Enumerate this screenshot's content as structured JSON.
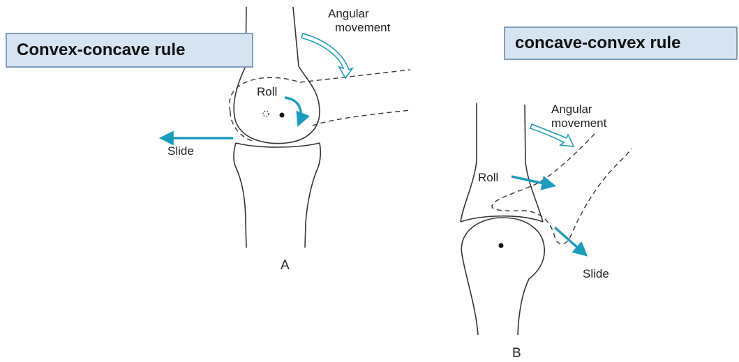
{
  "panel_a": {
    "title": "Convex-concave rule",
    "angular_movement_line1": "Angular",
    "angular_movement_line2": "movement",
    "roll_label": "Roll",
    "slide_label": "Slide",
    "panel_letter": "A"
  },
  "panel_b": {
    "title": "concave-convex rule",
    "angular_movement_line1": "Angular",
    "angular_movement_line2": "movement",
    "roll_label": "Roll",
    "slide_label": "Slide",
    "panel_letter": "B"
  },
  "colors": {
    "arrow": "#1a9cc0",
    "title_box_fill": "#d6e3f1",
    "title_box_border": "#7f9dbd",
    "bone_outline": "#333333"
  }
}
